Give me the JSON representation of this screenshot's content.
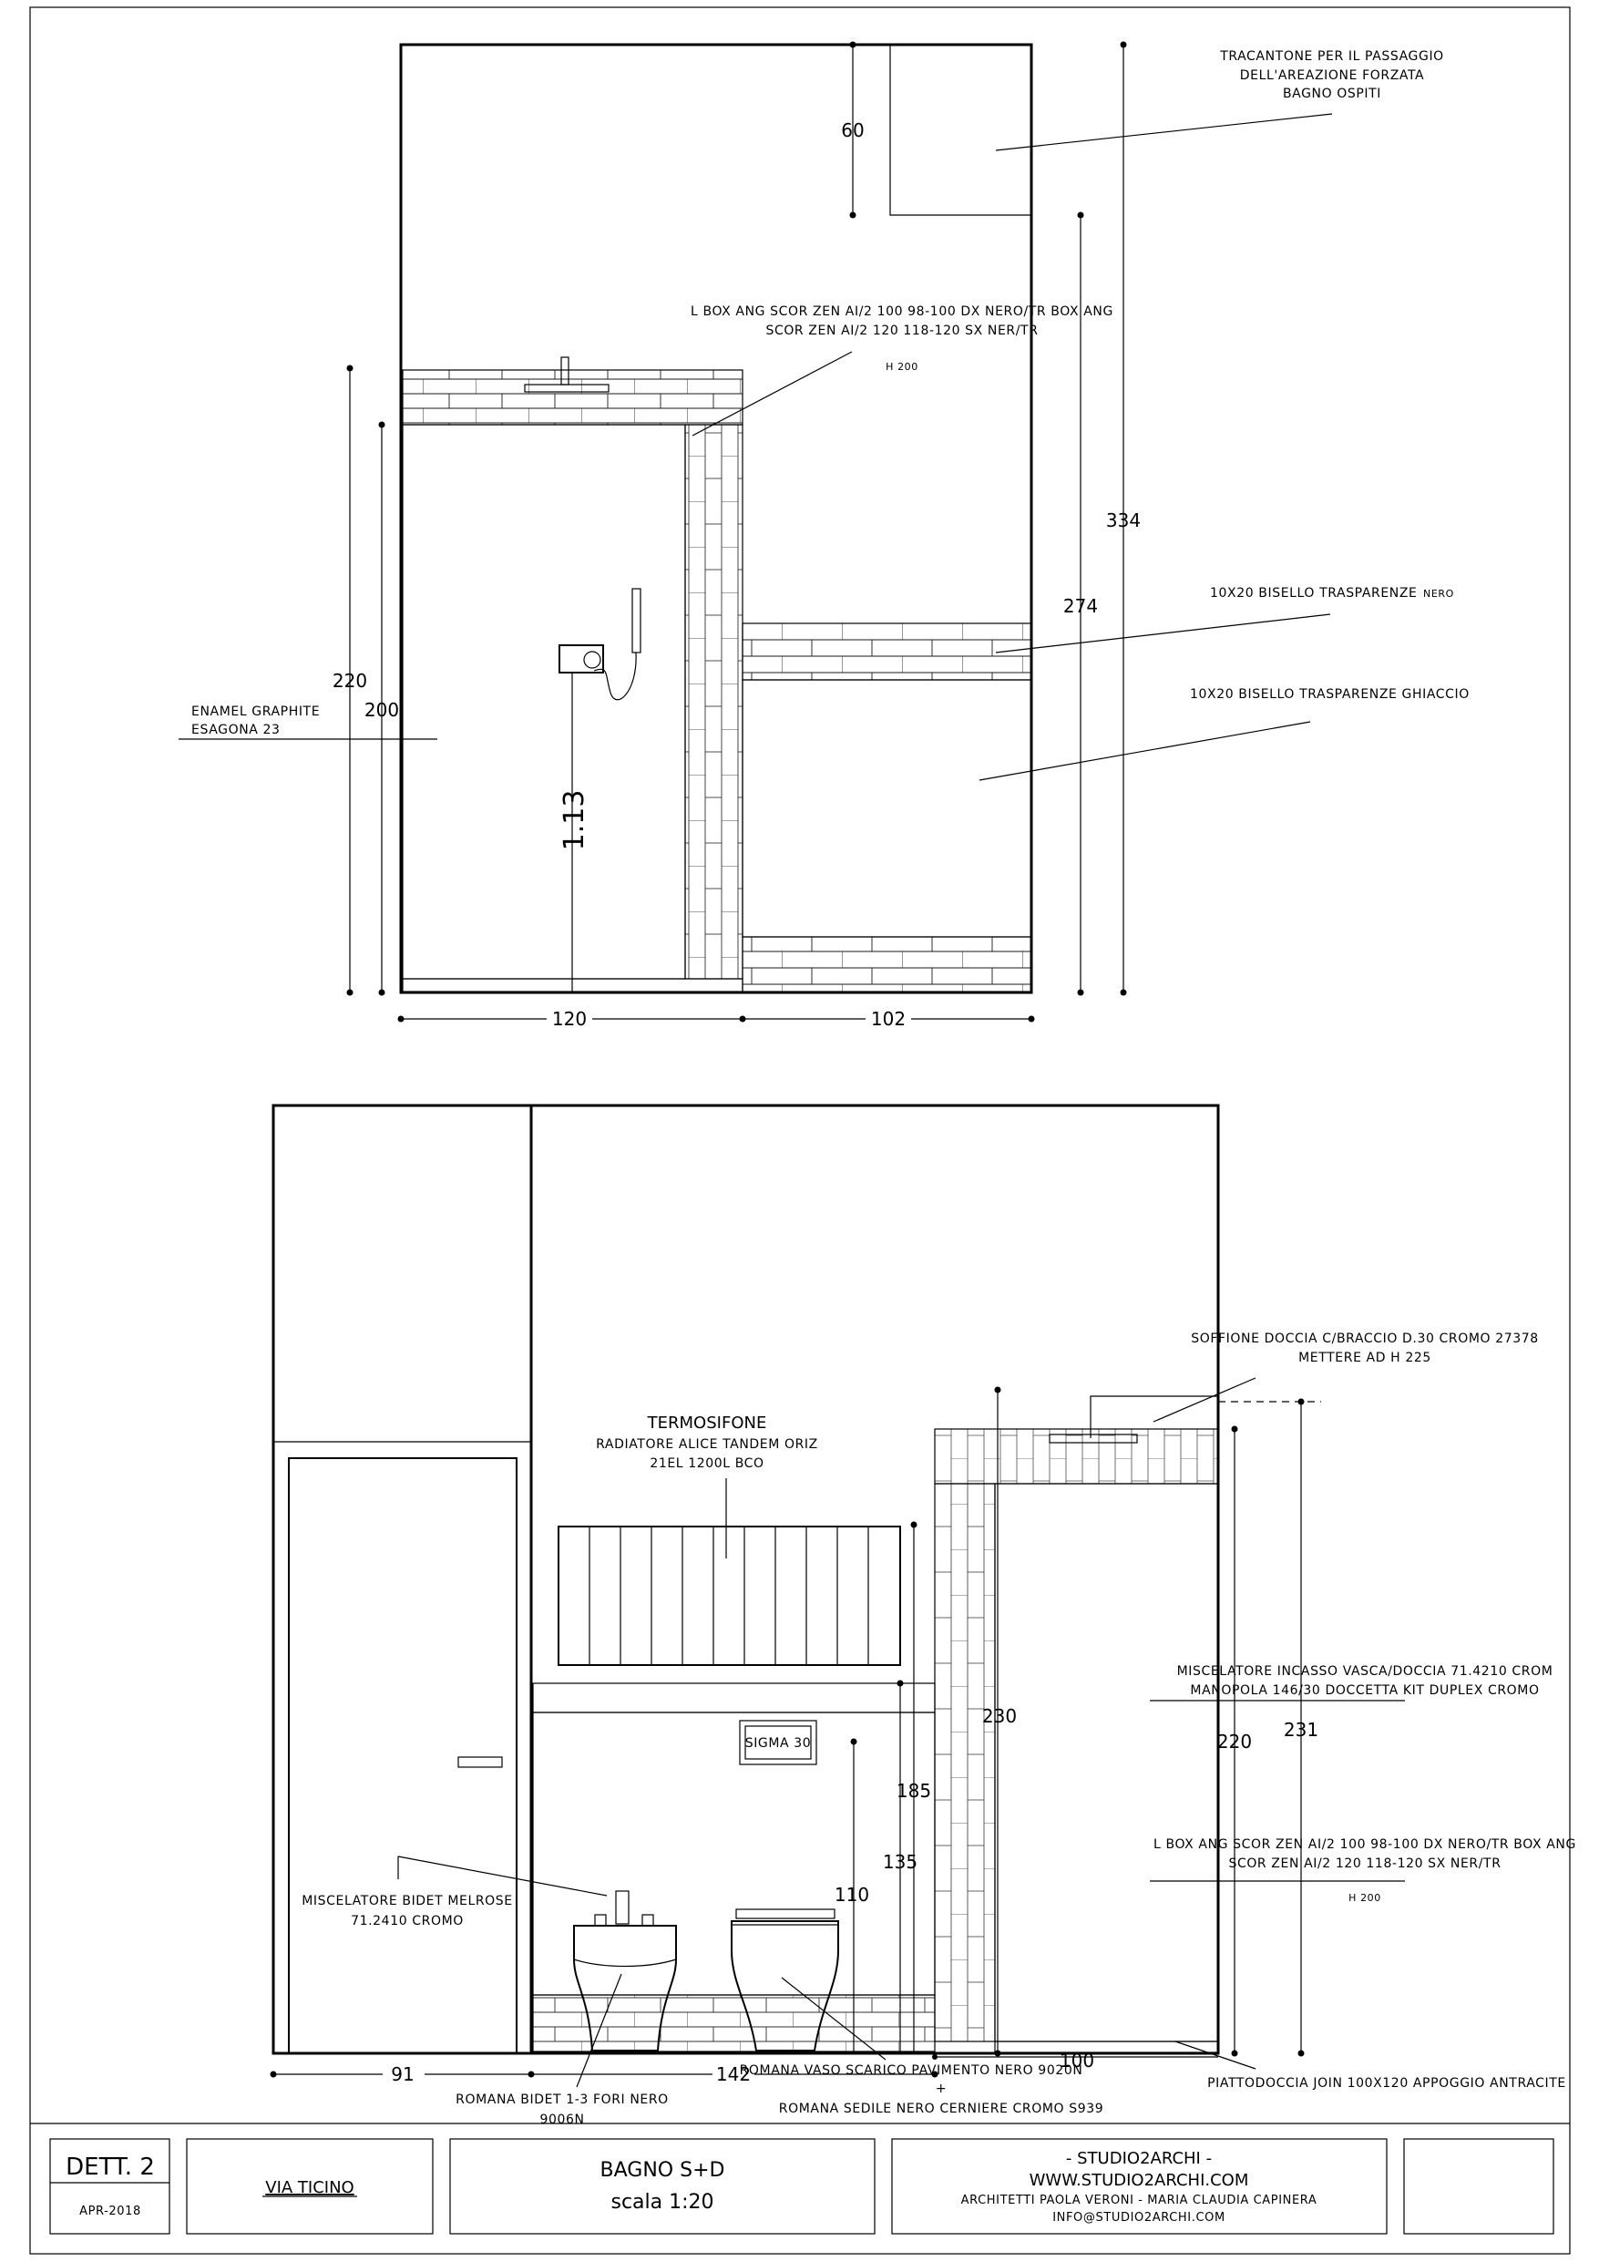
{
  "top_elevation": {
    "dim_60": "60",
    "dim_334": "334",
    "dim_274": "274",
    "dim_220": "220",
    "dim_200": "200",
    "dim_113": "1.13",
    "dim_120": "120",
    "dim_102": "102",
    "note_tracantone": [
      "TRACANTONE PER IL PASSAGGIO",
      "DELL'AREAZIONE FORZATA",
      "BAGNO OSPITI"
    ],
    "note_box": [
      "L BOX ANG SCOR ZEN AI/2 100 98-100 DX NERO/TR BOX ANG",
      "SCOR ZEN AI/2 120 118-120 SX NER/TR"
    ],
    "note_box_h": "H 200",
    "note_enamel": [
      "ENAMEL GRAPHITE",
      "ESAGONA 23"
    ],
    "note_nero": "10X20 BISELLO TRASPARENZE",
    "note_nero_suffix": "NERO",
    "note_ghiaccio": "10X20 BISELLO TRASPARENZE  GHIACCIO"
  },
  "bottom_elevation": {
    "dim_230": "230",
    "dim_220": "220",
    "dim_231": "231",
    "dim_185": "185",
    "dim_135": "135",
    "dim_110": "110",
    "dim_100": "100",
    "dim_91": "91",
    "dim_142": "142",
    "sigma": "SIGMA 30",
    "termosifone_title": "TERMOSIFONE",
    "termosifone_note": [
      "RADIATORE ALICE TANDEM ORIZ",
      "21EL 1200L BCO"
    ],
    "note_soffione": [
      "SOFFIONE DOCCIA C/BRACCIO D.30 CROMO 27378",
      "METTERE AD H 225"
    ],
    "note_miscelatore_vasca": [
      "MISCELATORE INCASSO VASCA/DOCCIA 71.4210 CROM",
      "MANOPOLA 146/30 DOCCETTA KIT DUPLEX CROMO"
    ],
    "note_box": [
      "L BOX ANG SCOR ZEN AI/2 100 98-100 DX NERO/TR BOX ANG",
      "SCOR ZEN AI/2 120 118-120 SX NER/TR"
    ],
    "note_box_h": "H 200",
    "note_bidet_mix": [
      "MISCELATORE BIDET MELROSE",
      "71.2410 CROMO"
    ],
    "note_bidet": [
      "ROMANA BIDET 1-3 FORI NERO",
      "9006N"
    ],
    "note_vaso": [
      "ROMANA VASO SCARICO PAVIMENTO NERO 9020N",
      "+",
      "ROMANA SEDILE NERO CERNIERE CROMO S939"
    ],
    "note_piatto": "PIATTODOCCIA JOIN 100X120 APPOGGIO ANTRACITE"
  },
  "title_block": {
    "dett": "DETT. 2",
    "date": "APR-2018",
    "address": "VIA TICINO",
    "room": "BAGNO S+D",
    "scale": "scala 1:20",
    "studio": "- STUDIO2ARCHI -",
    "website": "WWW.STUDIO2ARCHI.COM",
    "architects": "ARCHITETTI PAOLA VERONI - MARIA CLAUDIA CAPINERA",
    "email": "INFO@STUDIO2ARCHI.COM"
  }
}
